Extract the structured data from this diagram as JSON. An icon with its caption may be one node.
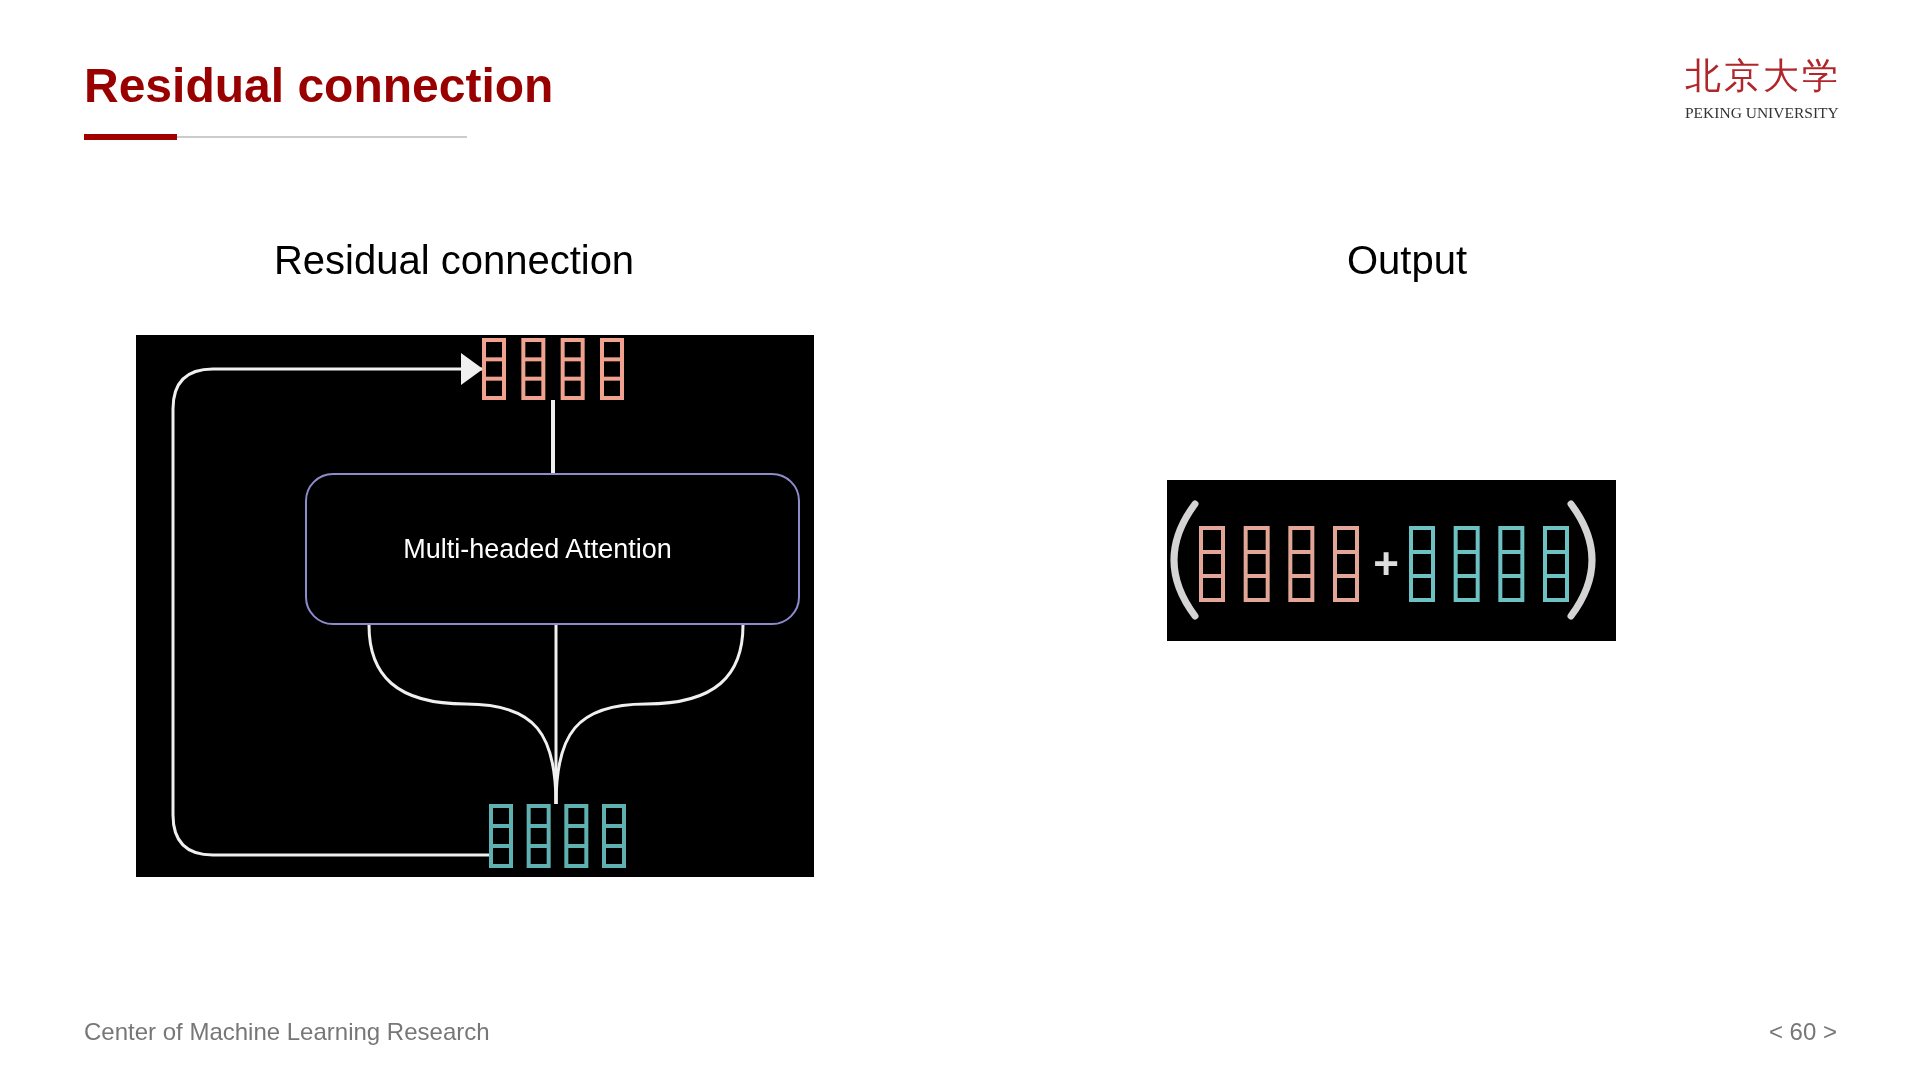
{
  "diagram": {
    "title": "Residual connection",
    "nodes": [
      {
        "text": [
          "Residual connection"
        ]
      },
      {
        "text": [],
        "shape": "grid",
        "in": 0
      },
      {
        "text": [
          "Multi-headed Attention"
        ],
        "in": 0
      },
      {
        "text": [],
        "shape": "grid",
        "in": 0
      },
      {
        "text": [
          "Output"
        ]
      },
      {
        "text": [],
        "shape": "grid",
        "in": 4
      },
      {
        "text": [],
        "shape": "grid",
        "in": 4
      }
    ],
    "edges": [
      {
        "from": 2,
        "to": 1,
        "arrow": "none"
      },
      {
        "from": 3,
        "to": 2,
        "arrow": "none"
      },
      {
        "from": 3,
        "to": 2,
        "arrow": "none"
      },
      {
        "from": 3,
        "to": 2,
        "arrow": "none"
      },
      {
        "from": 3,
        "to": 1,
        "arrow": "to"
      }
    ],
    "labels": [
      "北京大学",
      "PEKING UNIVERSITY",
      "+",
      "Center of Machine Learning Research",
      "< 60 >"
    ]
  }
}
